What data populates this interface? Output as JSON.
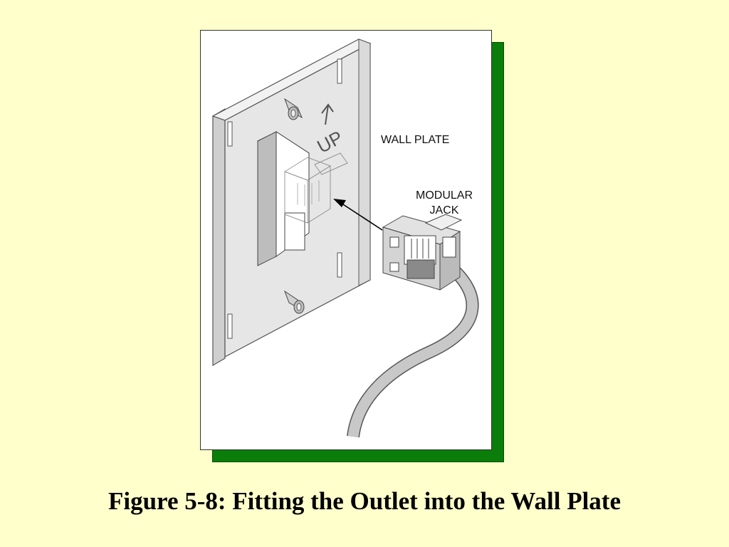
{
  "figure": {
    "labels": {
      "wall_plate": "WALL PLATE",
      "modular_jack_line1": "MODULAR",
      "modular_jack_line2": "JACK",
      "up_marking": "UP"
    },
    "icons": {
      "direction": "up-arrow-icon",
      "insert": "arrow-icon"
    }
  },
  "caption": "Figure 5-8: Fitting the Outlet into the Wall Plate",
  "colors": {
    "background": "#ffffcc",
    "shadow": "#0a7d0a",
    "panel": "#ffffff",
    "plate": "#e6e6e6",
    "plate_edge": "#cfcfcf",
    "cable": "#c8c8c8"
  }
}
